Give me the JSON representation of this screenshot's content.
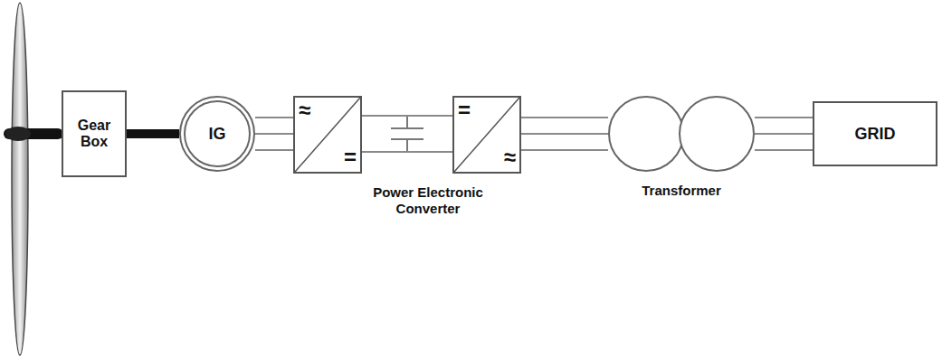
{
  "diagram": {
    "nodes": [
      {
        "text": [
          "Gear Box"
        ]
      },
      {
        "text": [
          "IG"
        ]
      },
      {
        "text": [
          "≈",
          "="
        ]
      },
      {
        "text": [
          "=",
          "≈"
        ]
      },
      {
        "text": [
          "Transformer"
        ]
      },
      {
        "text": [
          "GRID"
        ]
      }
    ],
    "edges": [
      {
        "from": 0,
        "to": 1,
        "arrow": "none"
      },
      {
        "from": 1,
        "to": 2,
        "arrow": "none"
      },
      {
        "from": 2,
        "to": 3,
        "arrow": "none"
      },
      {
        "from": 3,
        "to": 4,
        "arrow": "none"
      },
      {
        "from": 4,
        "to": 5,
        "arrow": "none"
      }
    ],
    "labels": [
      "Power Electronic Converter"
    ]
  }
}
